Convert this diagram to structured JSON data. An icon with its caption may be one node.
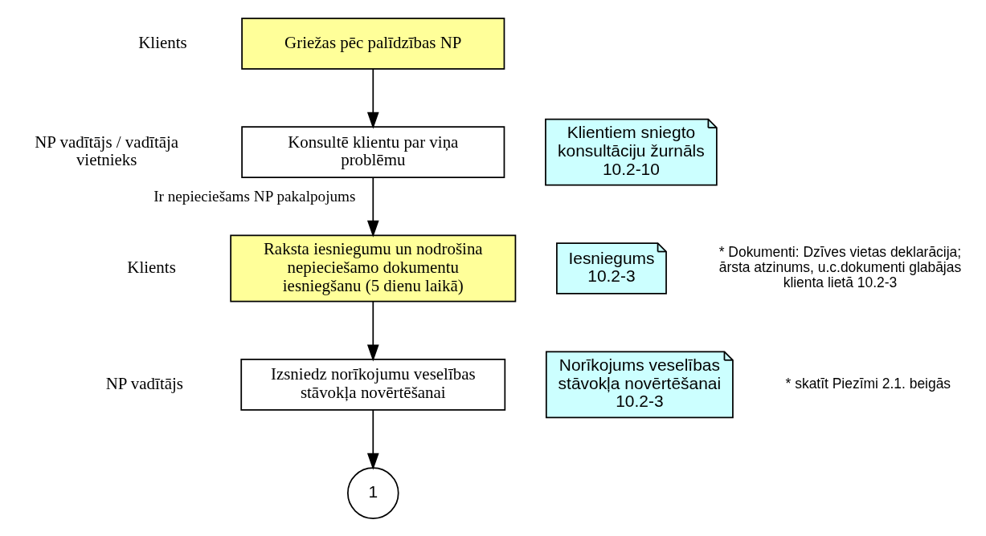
{
  "diagram": {
    "nodes": [
      {
        "text": [
          "Griežas pēc palīdzības NP"
        ]
      },
      {
        "text": [
          "Konsultē klientu par viņa problēmu"
        ]
      },
      {
        "text": [
          "Klientiem sniegto konsultāciju žurnāls 10.2-10"
        ]
      },
      {
        "text": [
          "Raksta iesniegumu un nodrošina nepieciešamo dokumentu iesniegšanu (5 dienu laikā)"
        ]
      },
      {
        "text": [
          "Iesniegums 10.2-3"
        ]
      },
      {
        "text": [
          "Izsniedz norīkojumu veselības stāvokļa novērtēšanai"
        ]
      },
      {
        "text": [
          "Norīkojums veselības stāvokļa novērtēšanai 10.2-3"
        ]
      },
      {
        "text": [
          "1"
        ]
      }
    ],
    "edges": [
      {
        "from": 0,
        "to": 1,
        "arrow": "to"
      },
      {
        "from": 1,
        "to": 3,
        "arrow": "to",
        "label": "Ir nepieciešams NP pakalpojums"
      },
      {
        "from": 3,
        "to": 5,
        "arrow": "to"
      },
      {
        "from": 5,
        "to": 7,
        "arrow": "to"
      }
    ],
    "labels": [
      "Klients",
      "NP vadītājs / vadītāja vietnieks",
      "Klients",
      "* Dokumenti: Dzīves vietas deklarācija; ārsta atzinums, u.c.dokumenti glabājas klienta lietā 10.2-3",
      "* skatīt Piezīmi 2.1. beigās",
      "NP vadītājs"
    ]
  }
}
